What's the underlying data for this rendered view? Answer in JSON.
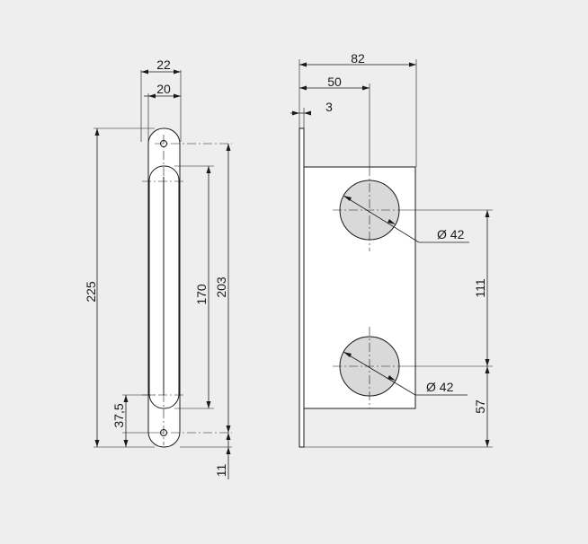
{
  "dimensions": {
    "total_width": "82",
    "hole_offset": "50",
    "thickness": "3",
    "hole_diameter_top": "Ø 42",
    "hole_diameter_bottom": "Ø 42",
    "hole_spacing": "111",
    "bottom_offset": "57",
    "side_width_outer": "22",
    "side_width_inner": "20",
    "overall_length": "225",
    "slot_length": "170",
    "hole_to_hole": "203",
    "lower_offset": "37,5",
    "end_offset": "11"
  },
  "colors": {
    "background": "#eeeeee",
    "line": "#1a1a1a",
    "hole_fill": "#d9d9d9"
  }
}
